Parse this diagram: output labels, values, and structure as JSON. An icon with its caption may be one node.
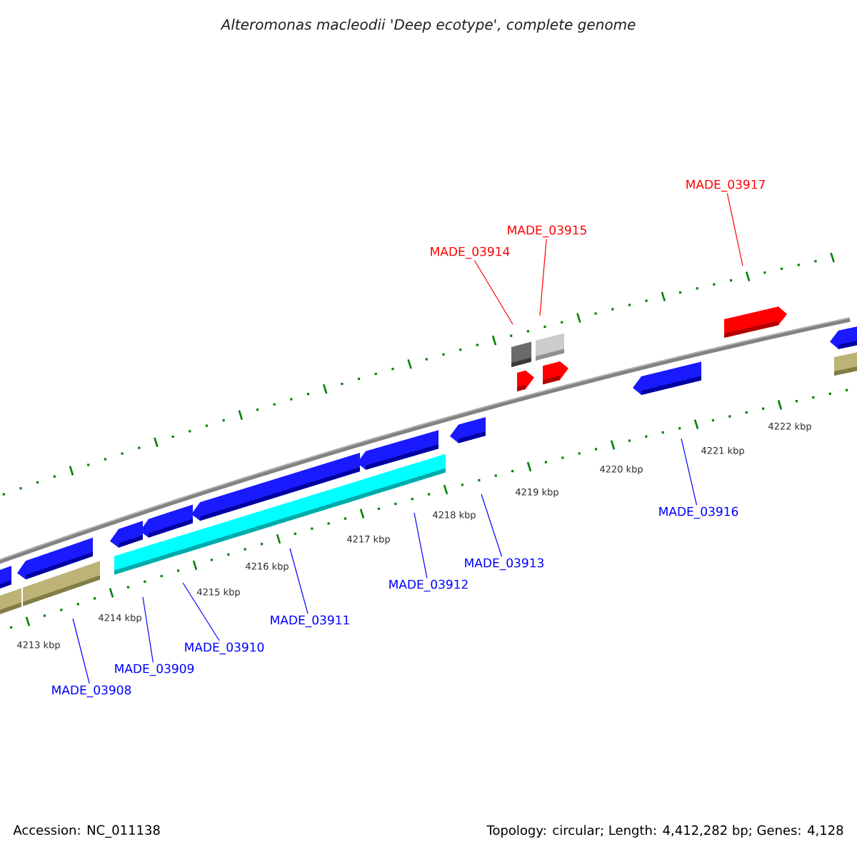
{
  "diagram": {
    "title": "Alteromonas macleodii 'Deep ecotype', complete genome",
    "nodes": [
      {
        "text": [
          "MADE_03908"
        ]
      },
      {
        "text": [
          "MADE_03909"
        ]
      },
      {
        "text": [
          "MADE_03910"
        ]
      },
      {
        "text": [
          "MADE_03911"
        ]
      },
      {
        "text": [
          "MADE_03912"
        ]
      },
      {
        "text": [
          "MADE_03913"
        ]
      },
      {
        "text": [
          "MADE_03914"
        ]
      },
      {
        "text": [
          "MADE_03915"
        ]
      },
      {
        "text": [
          "MADE_03916"
        ]
      },
      {
        "text": [
          "MADE_03917"
        ]
      }
    ],
    "edges": [
      {
        "from": 0,
        "to": null,
        "arrow": "none"
      },
      {
        "from": 1,
        "to": null,
        "arrow": "none"
      },
      {
        "from": 2,
        "to": null,
        "arrow": "none"
      },
      {
        "from": 3,
        "to": null,
        "arrow": "none"
      },
      {
        "from": 4,
        "to": null,
        "arrow": "none"
      },
      {
        "from": 5,
        "to": null,
        "arrow": "none"
      },
      {
        "from": 6,
        "to": null,
        "arrow": "none",
        "color": "#ff0000"
      },
      {
        "from": 7,
        "to": null,
        "arrow": "none",
        "color": "#ff0000"
      },
      {
        "from": 8,
        "to": null,
        "arrow": "none"
      },
      {
        "from": 9,
        "to": null,
        "arrow": "none",
        "color": "#ff0000"
      }
    ],
    "labels": [
      "4213 kbp",
      "4214 kbp",
      "4215 kbp",
      "4216 kbp",
      "4217 kbp",
      "4218 kbp",
      "4219 kbp",
      "4220 kbp",
      "4221 kbp",
      "4222 kbp",
      "Accession: NC_011138",
      "Topology: circular; Length: 4,412,282 bp; Genes: 4,128"
    ]
  }
}
